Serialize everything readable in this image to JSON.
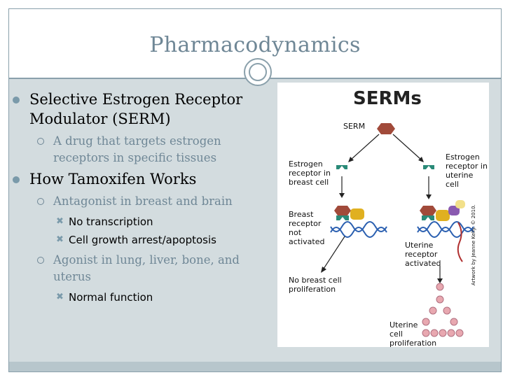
{
  "slide": {
    "title": "Pharmacodynamics",
    "bullets": [
      {
        "text": "Selective Estrogen Receptor Modulator (SERM)",
        "children": [
          {
            "text": "A drug that targets estrogen receptors in specific tissues",
            "children": []
          }
        ]
      },
      {
        "text": "How Tamoxifen Works",
        "children": [
          {
            "text": "Antagonist in breast and brain",
            "children": [
              "No transcription",
              "Cell growth arrest/apoptosis"
            ]
          },
          {
            "text": "Agonist in lung, liver, bone, and uterus",
            "children": [
              "Normal function"
            ]
          }
        ]
      }
    ],
    "figure": {
      "title": "SERMs",
      "labels": {
        "serm": "SERM",
        "er_breast": "Estrogen receptor in breast cell",
        "er_uterine": "Estrogen receptor in uterine cell",
        "breast_not_activated": "Breast receptor not activated",
        "uterine_activated": "Uterine receptor activated",
        "no_proliferation": "No breast cell proliferation",
        "uterine_proliferation": "Uterine cell proliferation",
        "credit": "Artwork by Jeanne Kelly. © 2010."
      }
    },
    "colors": {
      "title": "#6f8796",
      "band": "#d3dcdf",
      "rule": "#8aa0ab",
      "bullet": "#7a9aaa",
      "serm": "#a14a3a",
      "receptor": "#2a8a78",
      "dna": "#2a5fb0"
    }
  }
}
